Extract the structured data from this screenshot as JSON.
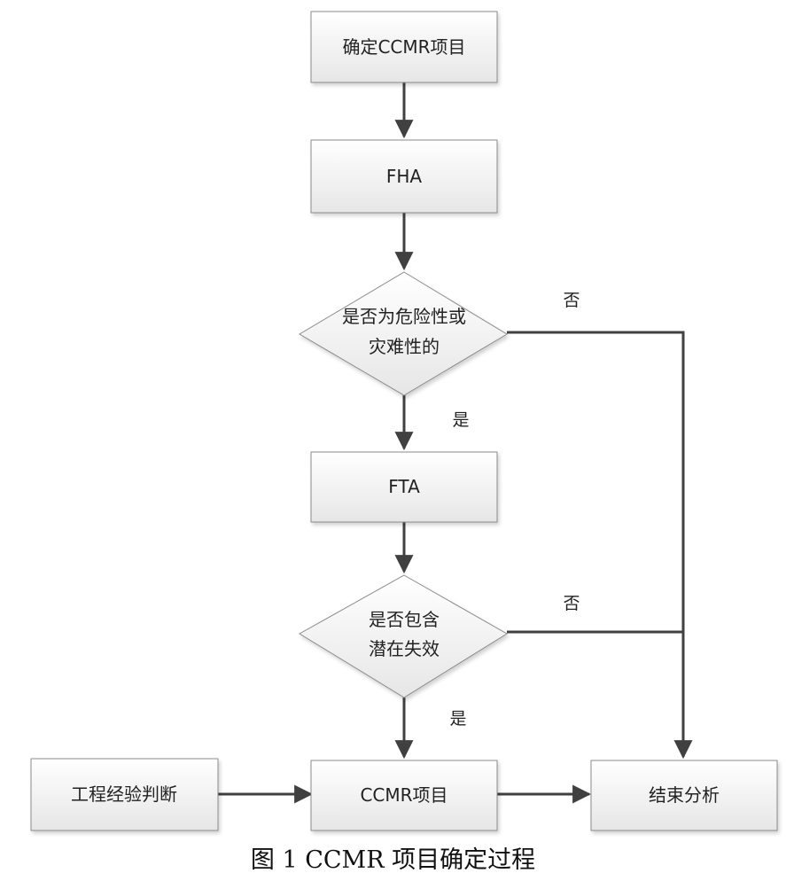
{
  "nodes": {
    "determine_ccmr": "确定CCMR项目",
    "fha": "FHA",
    "decision_hazard": [
      "是否为危险性或",
      "灾难性的"
    ],
    "fta": "FTA",
    "decision_latent": [
      "是否包含",
      "潜在失效"
    ],
    "engineering_judgment": "工程经验判断",
    "ccmr_items": "CCMR项目",
    "end_analysis": "结束分析"
  },
  "edge_labels": {
    "yes": "是",
    "no": "否"
  },
  "caption": "图 1 CCMR 项目确定过程",
  "colors": {
    "box_fill_top": "#ffffff",
    "box_fill_bottom": "#e9e9e9",
    "box_stroke": "#8c8c8c",
    "line": "#404040"
  }
}
